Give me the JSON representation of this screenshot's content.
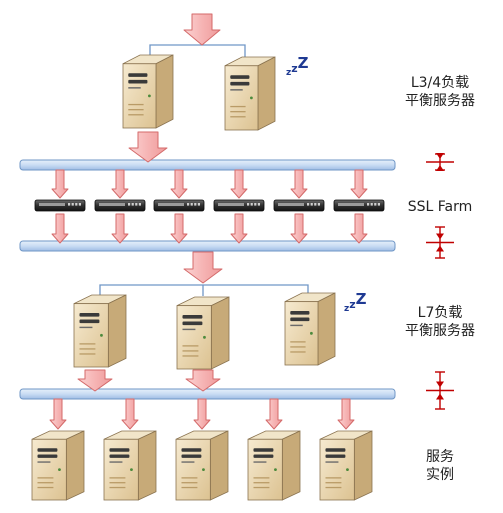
{
  "labels": {
    "l34_line1": "L3/4负载",
    "l34_line2": "平衡服务器",
    "ssl": "SSL Farm",
    "l7_line1": "L7负载",
    "l7_line2": "平衡服务器",
    "svc_line1": "服务",
    "svc_line2": "实例"
  },
  "sleep": {
    "z1": "z",
    "z2": "z",
    "z3": "Z"
  },
  "colors": {
    "bus_fill": "#c9dcf3",
    "bus_stroke": "#6f96c6",
    "arrow_fill": "#f6b4b4",
    "arrow_stroke": "#d46a6a",
    "server_face": "#e7d4ad",
    "server_side": "#c7aa78",
    "server_top": "#f1e5c9",
    "marker": "#c00000",
    "zzz": "#1f3a93"
  },
  "icons": {
    "server": "server-tower-icon",
    "ssl_appliance": "network-appliance-icon",
    "separator": "separator-marker-icon"
  }
}
